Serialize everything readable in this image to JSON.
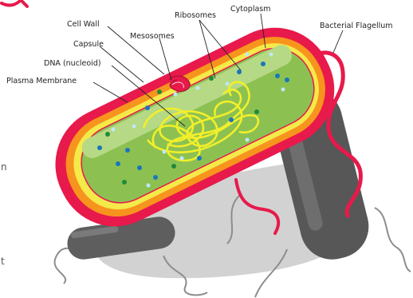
{
  "labels": {
    "cytoplasm": "Cytoplasm",
    "ribosomes": "Ribosomes",
    "bacterial_flagellum": "Bacterial Flagellum",
    "cell_wall": "Cell Wall",
    "mesosomes": "Mesosomes",
    "capsule": "Capsule",
    "dna": "DNA (nucleoid)",
    "plasma_membrane": "Plasma Membrane"
  },
  "edge_fragments": {
    "left_1": "n",
    "left_2": "t"
  },
  "colors": {
    "capsule": "#e8194b",
    "cell_wall": "#f7941d",
    "membrane_band": "#f4ea4a",
    "cytoplasm": "#8cc152",
    "cytoplasm_light": "#b6d985",
    "dna": "#f2ef2a",
    "mesosome": "#e8194b",
    "ribosome_blue": "#1b75bb",
    "ribosome_green": "#1f8a3c",
    "ribosome_light": "#bfe7f5",
    "neighbor_cells": "#5a5a5a",
    "flagella_gray": "#8d8d8d",
    "shadow": "#cfcfcf",
    "top_squiggle": "#e8194b"
  }
}
